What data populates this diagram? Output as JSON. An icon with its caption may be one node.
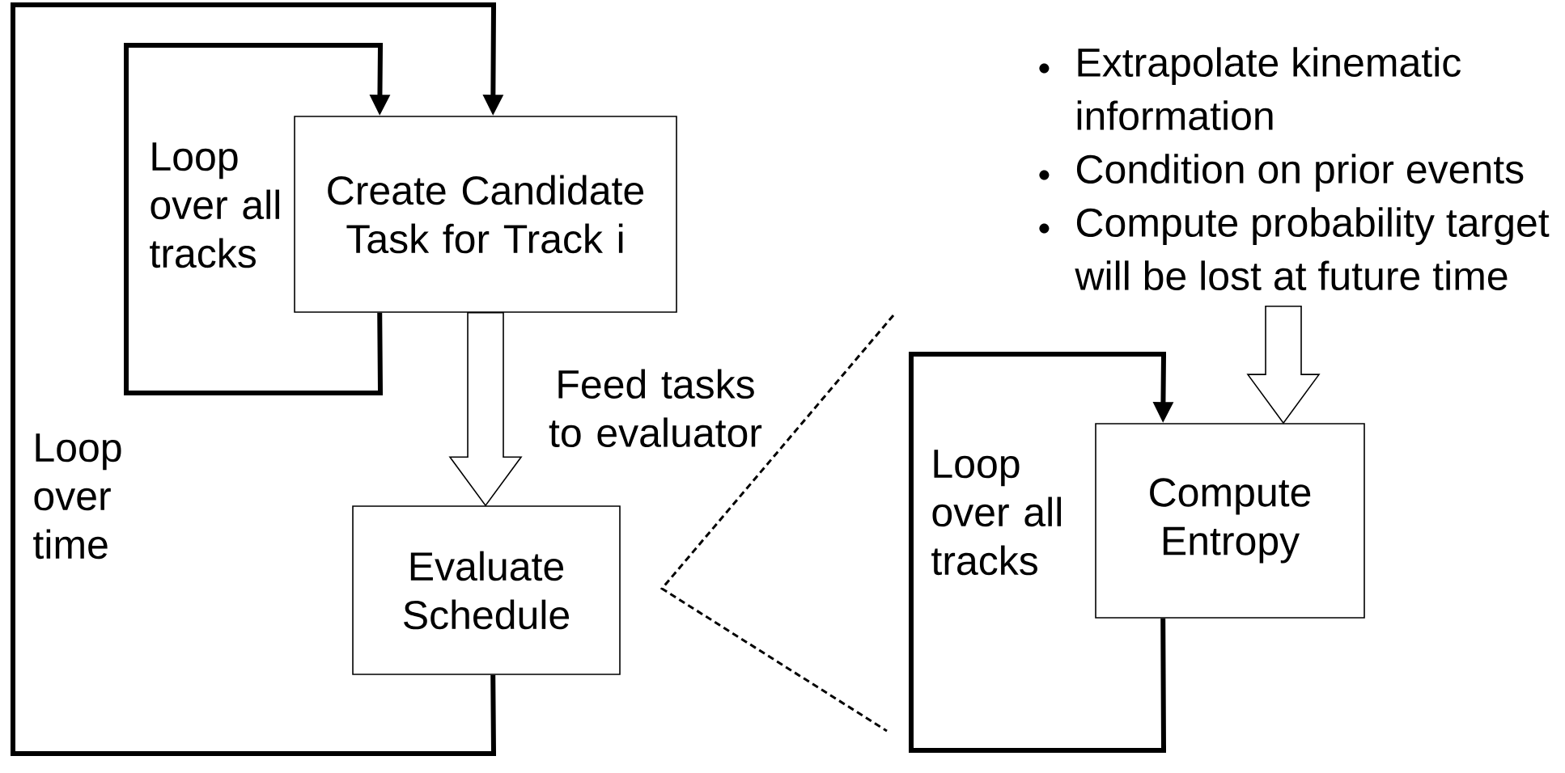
{
  "diagram": {
    "nodes": [
      {
        "text": [
          "Create Candidate Task for Track i"
        ]
      },
      {
        "text": [
          "Evaluate Schedule"
        ]
      },
      {
        "text": [
          "Extrapolate kinematic information",
          "Condition on prior events",
          "Compute probability target will be lost at future time"
        ]
      },
      {
        "text": [
          "Compute Entropy"
        ]
      }
    ],
    "edges": [
      {
        "from": 0,
        "to": 0,
        "arrow": "to",
        "label": "Loop over all tracks"
      },
      {
        "from": 1,
        "to": 0,
        "arrow": "to",
        "label": "Loop over time"
      },
      {
        "from": 0,
        "to": 1,
        "arrow": "to",
        "label": "Feed tasks to evaluator"
      },
      {
        "from": 3,
        "to": 3,
        "arrow": "to",
        "label": "Loop over all tracks"
      },
      {
        "from": 2,
        "to": 3,
        "arrow": "to"
      }
    ]
  }
}
